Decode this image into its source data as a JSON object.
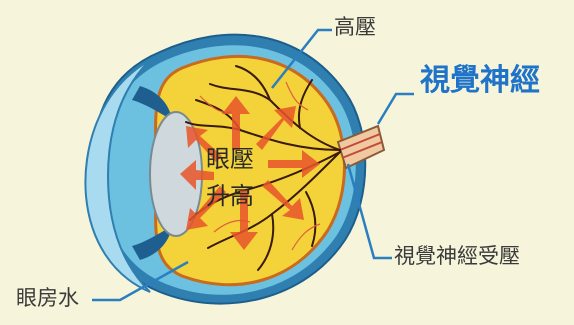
{
  "labels": {
    "high_pressure": "高壓",
    "optic_nerve": "視覺神經",
    "center_line1": "眼壓",
    "center_line2": "升高",
    "optic_nerve_compressed": "視覺神經受壓",
    "aqueous_humor": "眼房水"
  },
  "colors": {
    "background": "#f6f4da",
    "vitreous": "#f3d23a",
    "sclera_outer": "#4aa3cf",
    "sclera_inner": "#2f7fb0",
    "arrow": "#e8552a",
    "vessel": "#3a1a0a",
    "leader_line": "#2a7fc0",
    "optic_nerve_label": "#1f73c9"
  }
}
